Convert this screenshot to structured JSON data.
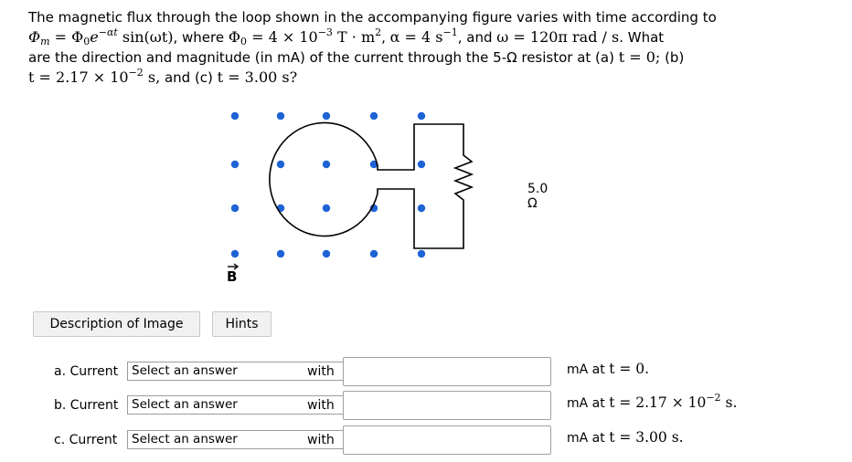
{
  "question": {
    "line1": "The magnetic flux through the loop shown in the accompanying figure varies with time according to",
    "eq_phi": "Φ",
    "eq_sub_m": "m",
    "eq_eq": " = Φ",
    "eq_sub0": "0",
    "eq_e": "e",
    "eq_exp": "−αt",
    "eq_sin": " sin(ωt)",
    "where": ", where ",
    "phi0": "Φ",
    "phi0_sub": "0",
    "phi0_val": " = 4 × 10",
    "phi0_exp": "−3",
    "phi0_unit": "  T · m",
    "phi0_unit_sup": "2",
    "comma_a": ", ",
    "alpha": "α = 4  s",
    "alpha_sup": "−1",
    "and_w": ", and ",
    "omega": "ω = 120π  rad / s",
    "what": ". What",
    "line3a": "are the direction and magnitude (in mA) of the current through the 5-Ω resistor at (a) ",
    "t0": "t = 0;",
    "line3b": " (b)",
    "t1a": "t = 2.17 × 10",
    "t1_exp": "−2",
    "t1b": "  s,",
    "and_c": " and (c) ",
    "t2": "t = 3.00  s?"
  },
  "figure": {
    "resistor_label": "5.0 Ω",
    "field_label": "B",
    "colors": {
      "dot": "#1e63d6",
      "wire": "#000000"
    }
  },
  "buttons": {
    "description": "Description of Image",
    "hints": "Hints"
  },
  "answers": [
    {
      "label": "a. Current",
      "select": "Select an answer",
      "with": "with",
      "value": "",
      "units_pre": "mA at ",
      "t_text": "t = 0.",
      "t_sup": "",
      "t_post": ""
    },
    {
      "label": "b. Current",
      "select": "Select an answer",
      "with": "with",
      "value": "",
      "units_pre": "mA at ",
      "t_text": "t = 2.17 × 10",
      "t_sup": "−2",
      "t_post": "  s."
    },
    {
      "label": "c. Current",
      "select": "Select an answer",
      "with": "with",
      "value": "",
      "units_pre": "mA at ",
      "t_text": "t = 3.00  s.",
      "t_sup": "",
      "t_post": ""
    }
  ]
}
